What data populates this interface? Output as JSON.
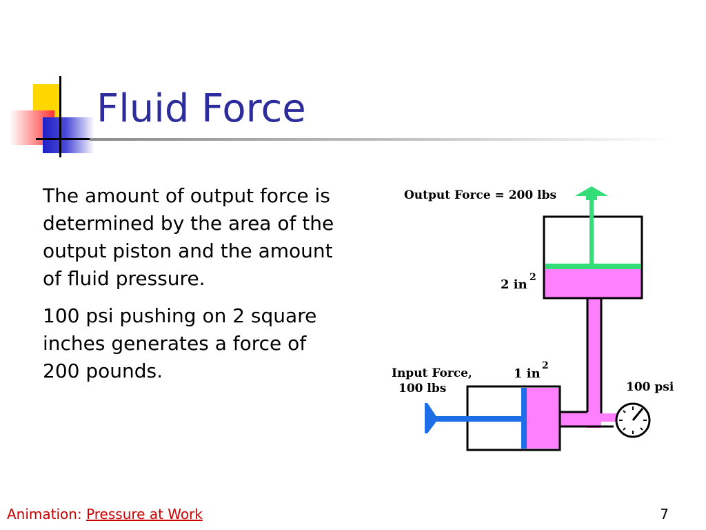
{
  "slide": {
    "title": "Fluid Force",
    "paragraphs": [
      "The amount of output force is determined by the area of the output piston and the amount of fluid pressure.",
      "100 psi pushing on 2 square inches generates a force of 200 pounds."
    ],
    "page_number": "7"
  },
  "diagram": {
    "output_force_label": "Output Force = 200 lbs",
    "output_area_label": "2 in",
    "output_area_exp": "2",
    "input_force_label_line1": "Input Force,",
    "input_force_label_line2": "100 lbs",
    "input_area_label": "1 in",
    "input_area_exp": "2",
    "pressure_label": "100 psi",
    "colors": {
      "fluid": "#ff80ff",
      "output_piston": "#33dd77",
      "input_piston": "#1e6ee8"
    }
  },
  "footer": {
    "prefix": "Animation:",
    "link_text": "Pressure at Work"
  },
  "icons": [
    "pressure-gauge-icon",
    "up-arrow-icon"
  ]
}
